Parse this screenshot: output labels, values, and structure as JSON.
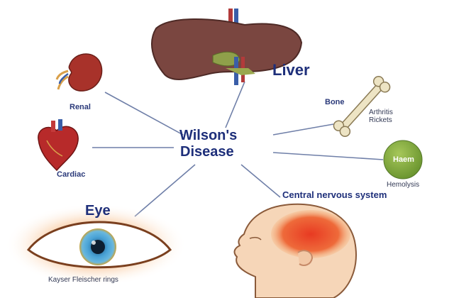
{
  "center": {
    "line1": "Wilson's",
    "line2": "Disease"
  },
  "organs": {
    "liver": "Liver",
    "renal": "Renal",
    "cardiac": "Cardiac",
    "bone": "Bone",
    "bone_conditions": [
      "Arthritis",
      "Rickets"
    ],
    "haem_badge": "Haem",
    "haem_condition": "Hemolysis",
    "cns": "Central nervous system",
    "eye": "Eye",
    "eye_condition": "Kayser Fleischer rings"
  },
  "colors": {
    "label_blue": "#1e2f7a",
    "connector": "#6f7fa8",
    "liver": "#7a4640",
    "haem": "#7aa33a",
    "cns_glow": "#e8432a"
  }
}
